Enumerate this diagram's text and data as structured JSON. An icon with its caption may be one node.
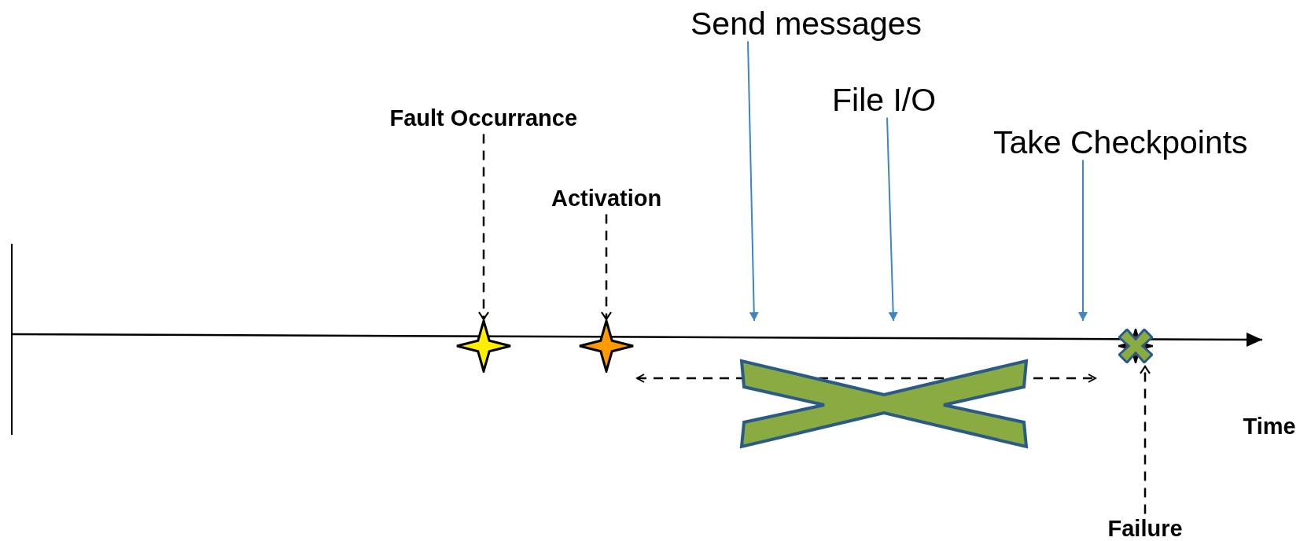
{
  "diagram": {
    "nodes": [
      {
        "text": [
          "Fault Occurrance"
        ]
      },
      {
        "text": [],
        "shape": "star"
      },
      {
        "text": [
          "Activation"
        ]
      },
      {
        "text": [],
        "shape": "star"
      },
      {
        "text": [
          "Send messages"
        ]
      },
      {
        "text": [
          "File I/O"
        ]
      },
      {
        "text": [
          "Take Checkpoints"
        ]
      },
      {
        "text": [],
        "shape": "star"
      },
      {
        "text": [
          "Failure"
        ]
      },
      {
        "text": [],
        "shape": "cross"
      }
    ],
    "edges": [
      {
        "from": 0,
        "to": 1,
        "arrow": "to",
        "style": "dashed"
      },
      {
        "from": 2,
        "to": 3,
        "arrow": "to",
        "style": "dashed"
      },
      {
        "from": 4,
        "to": null,
        "arrow": "to",
        "color": "#3d85c6"
      },
      {
        "from": 5,
        "to": null,
        "arrow": "to",
        "color": "#3d85c6"
      },
      {
        "from": 6,
        "to": null,
        "arrow": "to",
        "color": "#3d85c6"
      },
      {
        "from": 8,
        "to": 7,
        "arrow": "to",
        "style": "dashed"
      }
    ],
    "labels": [
      "Time"
    ]
  }
}
